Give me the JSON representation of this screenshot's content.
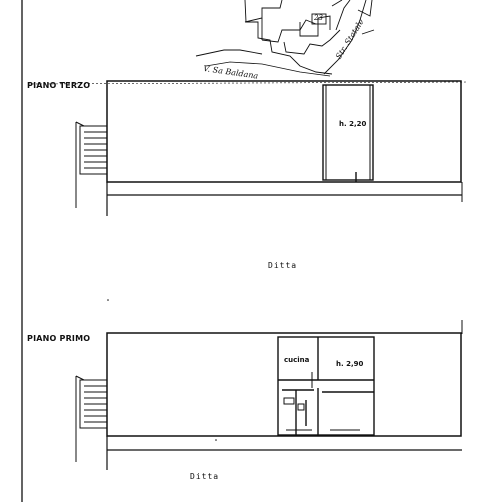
{
  "map": {
    "street_via": "V. Sa Baldana",
    "street_strada": "Str. Statale",
    "map_number": "23"
  },
  "piano_terzo": {
    "label": "PIANO TERZO",
    "height_label": "h. 2,20",
    "neighbour_label": "Ditta"
  },
  "piano_primo": {
    "label": "PIANO PRIMO",
    "room_label": "cucina",
    "height_label": "h. 2,90",
    "neighbour_label": "Ditta"
  }
}
